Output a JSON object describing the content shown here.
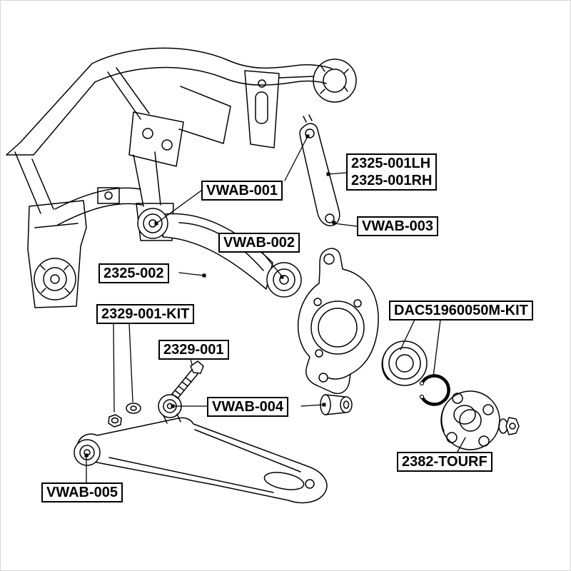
{
  "diagram": {
    "kind": "auto-parts-callout-diagram",
    "subject": "rear suspension exploded parts diagram",
    "background": "#ffffff",
    "line_color": "#000000",
    "label_border_color": "#000000",
    "label_background": "#ffffff",
    "label_text_color": "#000000"
  },
  "labels": {
    "arm_link_lh": "2325-001LH",
    "arm_link_rh": "2325-001RH",
    "vwab_001": "VWAB-001",
    "vwab_003": "VWAB-003",
    "vwab_002": "VWAB-002",
    "arm_2325_002": "2325-002",
    "kit_2329_001": "2329-001-KIT",
    "bolt_2329_001": "2329-001",
    "bearing_kit": "DAC51960050M-KIT",
    "vwab_004": "VWAB-004",
    "hub_2382_tourf": "2382-TOURF",
    "vwab_005": "VWAB-005"
  }
}
